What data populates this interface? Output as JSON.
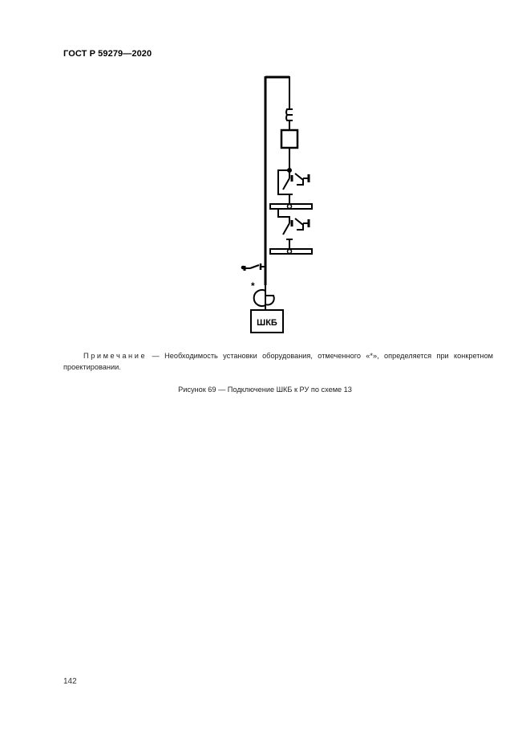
{
  "header": {
    "standard": "ГОСТ Р 59279—2020"
  },
  "diagram": {
    "box_label": "ШКБ",
    "asterisk": "*"
  },
  "note": {
    "label": "Примечание",
    "text": " — Необходимость установки оборудования, отмеченного «*», определяется при конкретном проектировании."
  },
  "caption": {
    "text": "Рисунок 69 — Подключение ШКБ к РУ по схеме 13"
  },
  "footer": {
    "page_number": "142"
  }
}
